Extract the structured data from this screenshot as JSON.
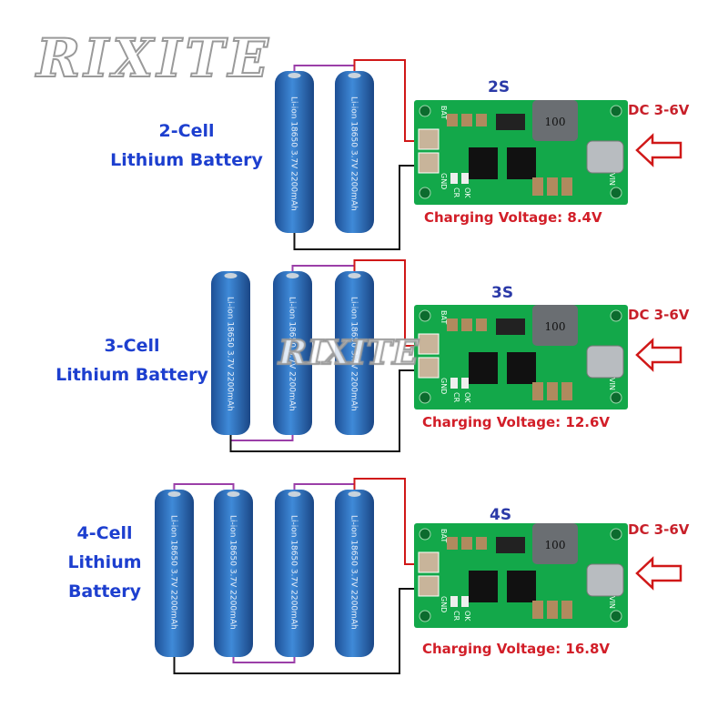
{
  "watermark": "RIXITE",
  "battery_label": "Li-ion 18650 3.7V 2200mAh",
  "board": {
    "inductor": "100",
    "pins": [
      "BAT",
      "GND",
      "VIN",
      "CR",
      "OK"
    ]
  },
  "colors": {
    "label_blue": "#1d3fcf",
    "red_text": "#d21e28",
    "battery_blue": "#2a6fc0",
    "pcb_green": "#13a84a",
    "wire_purple": "#9b3fa8",
    "wire_red": "#d01818",
    "wire_black": "#111111"
  },
  "sections": [
    {
      "cells": 2,
      "label_lines": [
        "2-Cell",
        "Lithium Battery"
      ],
      "series": "2S",
      "input": "DC 3-6V",
      "charging": "Charging Voltage: 8.4V"
    },
    {
      "cells": 3,
      "label_lines": [
        "3-Cell",
        "Lithium Battery"
      ],
      "series": "3S",
      "input": "DC 3-6V",
      "charging": "Charging Voltage: 12.6V"
    },
    {
      "cells": 4,
      "label_lines": [
        "4-Cell",
        "Lithium",
        "Battery"
      ],
      "series": "4S",
      "input": "DC 3-6V",
      "charging": "Charging Voltage: 16.8V"
    }
  ]
}
